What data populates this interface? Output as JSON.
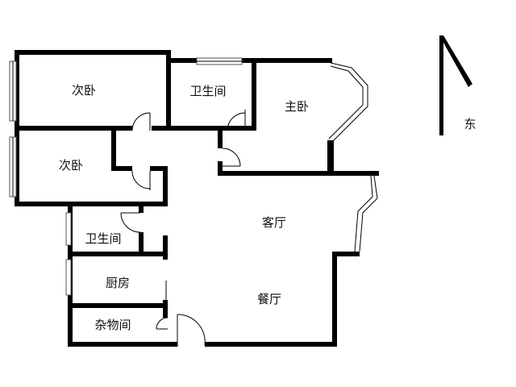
{
  "floorplan": {
    "rooms": {
      "secondary_bedroom_north": "次卧",
      "secondary_bedroom_south": "次卧",
      "bathroom_north": "卫生间",
      "master_bedroom": "主卧",
      "bathroom_south": "卫生间",
      "living_room": "客厅",
      "kitchen": "厨房",
      "dining_room": "餐厅",
      "storage_room": "杂物间"
    },
    "compass": {
      "label": "东",
      "icon": "north-arrow-icon"
    },
    "colors": {
      "wall": "#000000",
      "background": "#ffffff"
    }
  }
}
